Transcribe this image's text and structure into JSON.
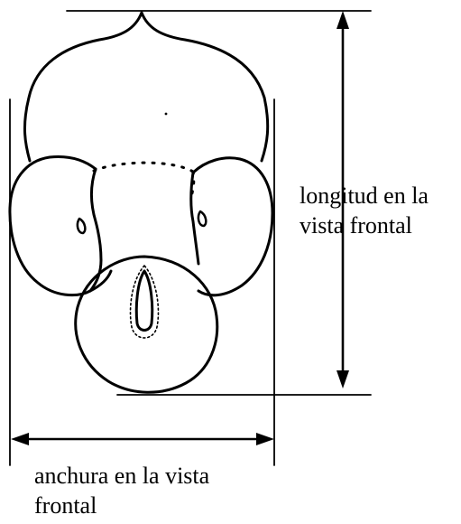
{
  "labels": {
    "length_line1": "longitud en la",
    "length_line2": "vista frontal",
    "width_line1": "anchura en la vista",
    "width_line2": "frontal"
  },
  "colors": {
    "ink": "#000000",
    "background": "#ffffff"
  }
}
